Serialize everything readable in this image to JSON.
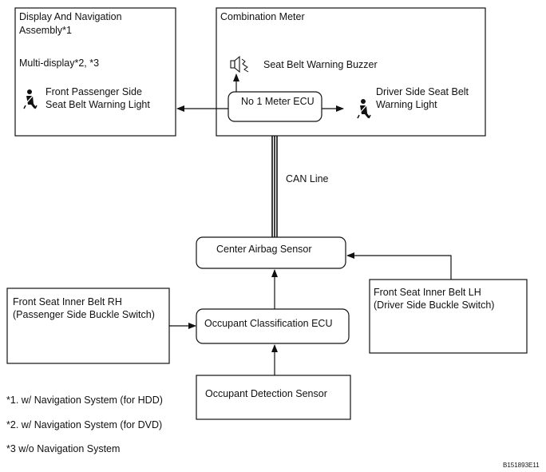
{
  "blocks": {
    "display_nav": {
      "title_line1": "Display And Navigation",
      "title_line2": "Assembly*1",
      "multi_display": "Multi-display*2, *3",
      "front_passenger_light_line1": "Front Passenger Side",
      "front_passenger_light_line2": "Seat Belt Warning Light"
    },
    "combination_meter": {
      "title": "Combination Meter",
      "buzzer": "Seat Belt Warning Buzzer",
      "meter_ecu": "No  1 Meter ECU",
      "driver_light_line1": "Driver Side Seat Belt",
      "driver_light_line2": "Warning Light"
    },
    "can_line": "CAN Line",
    "center_airbag_sensor": "Center Airbag Sensor",
    "front_seat_rh_line1": "Front Seat Inner Belt RH",
    "front_seat_rh_line2": "(Passenger Side Buckle Switch)",
    "front_seat_lh_line1": "Front Seat Inner Belt LH",
    "front_seat_lh_line2": "(Driver Side Buckle Switch)",
    "occupant_classification_ecu": "Occupant Classification ECU",
    "occupant_detection_sensor": "Occupant Detection Sensor"
  },
  "footnotes": [
    "*1. w/ Navigation System (for HDD)",
    "*2. w/ Navigation System (for DVD)",
    "*3  w/o Navigation System"
  ],
  "figure_code": "B151893E11",
  "icons": [
    "seat-belt-warning-icon",
    "buzzer-icon"
  ]
}
